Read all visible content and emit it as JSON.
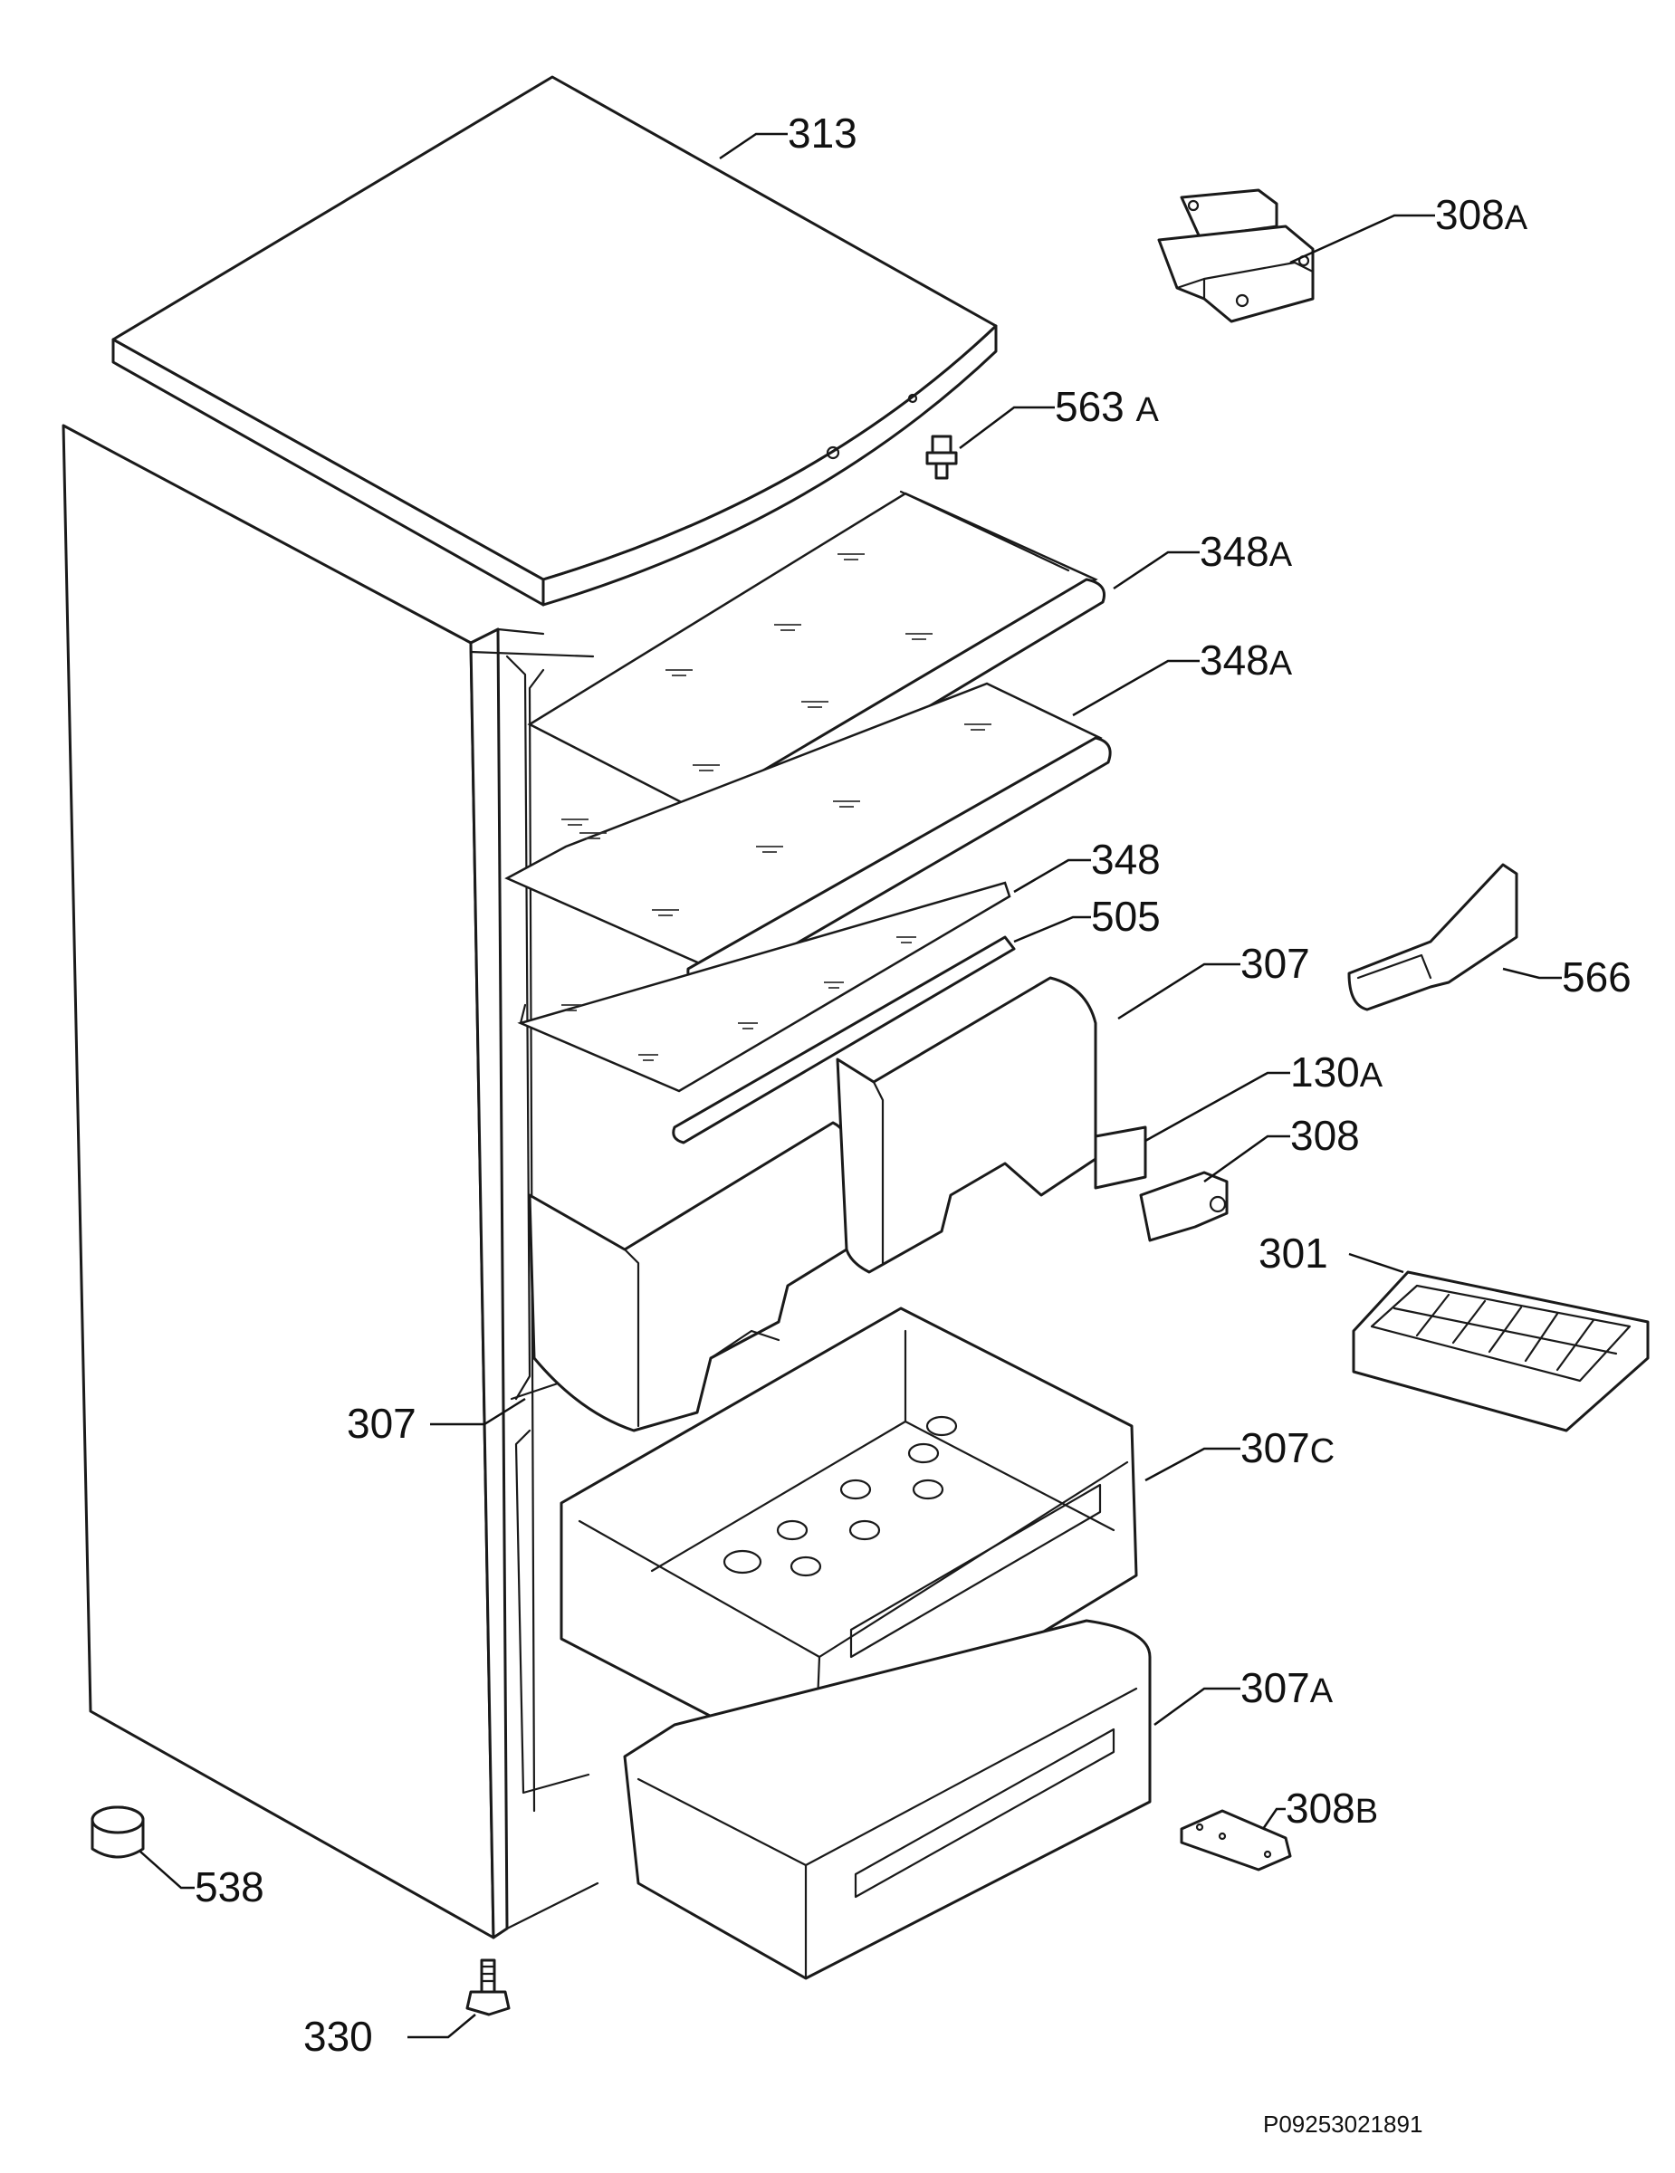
{
  "diagram": {
    "document_code": "P09253021891",
    "callouts": {
      "c313": {
        "num": "313",
        "suffix": ""
      },
      "c308a": {
        "num": "308",
        "suffix": "A"
      },
      "c563a": {
        "num": "563",
        "suffix": "A"
      },
      "c348a_1": {
        "num": "348",
        "suffix": "A"
      },
      "c348a_2": {
        "num": "348",
        "suffix": "A"
      },
      "c348": {
        "num": "348",
        "suffix": ""
      },
      "c505": {
        "num": "505",
        "suffix": ""
      },
      "c307_right": {
        "num": "307",
        "suffix": ""
      },
      "c566": {
        "num": "566",
        "suffix": ""
      },
      "c130a": {
        "num": "130",
        "suffix": "A"
      },
      "c308": {
        "num": "308",
        "suffix": ""
      },
      "c301": {
        "num": "301",
        "suffix": ""
      },
      "c307_left": {
        "num": "307",
        "suffix": ""
      },
      "c307c": {
        "num": "307",
        "suffix": "C"
      },
      "c307a": {
        "num": "307",
        "suffix": "A"
      },
      "c308b": {
        "num": "308",
        "suffix": "B"
      },
      "c538": {
        "num": "538",
        "suffix": ""
      },
      "c330": {
        "num": "330",
        "suffix": ""
      }
    }
  }
}
